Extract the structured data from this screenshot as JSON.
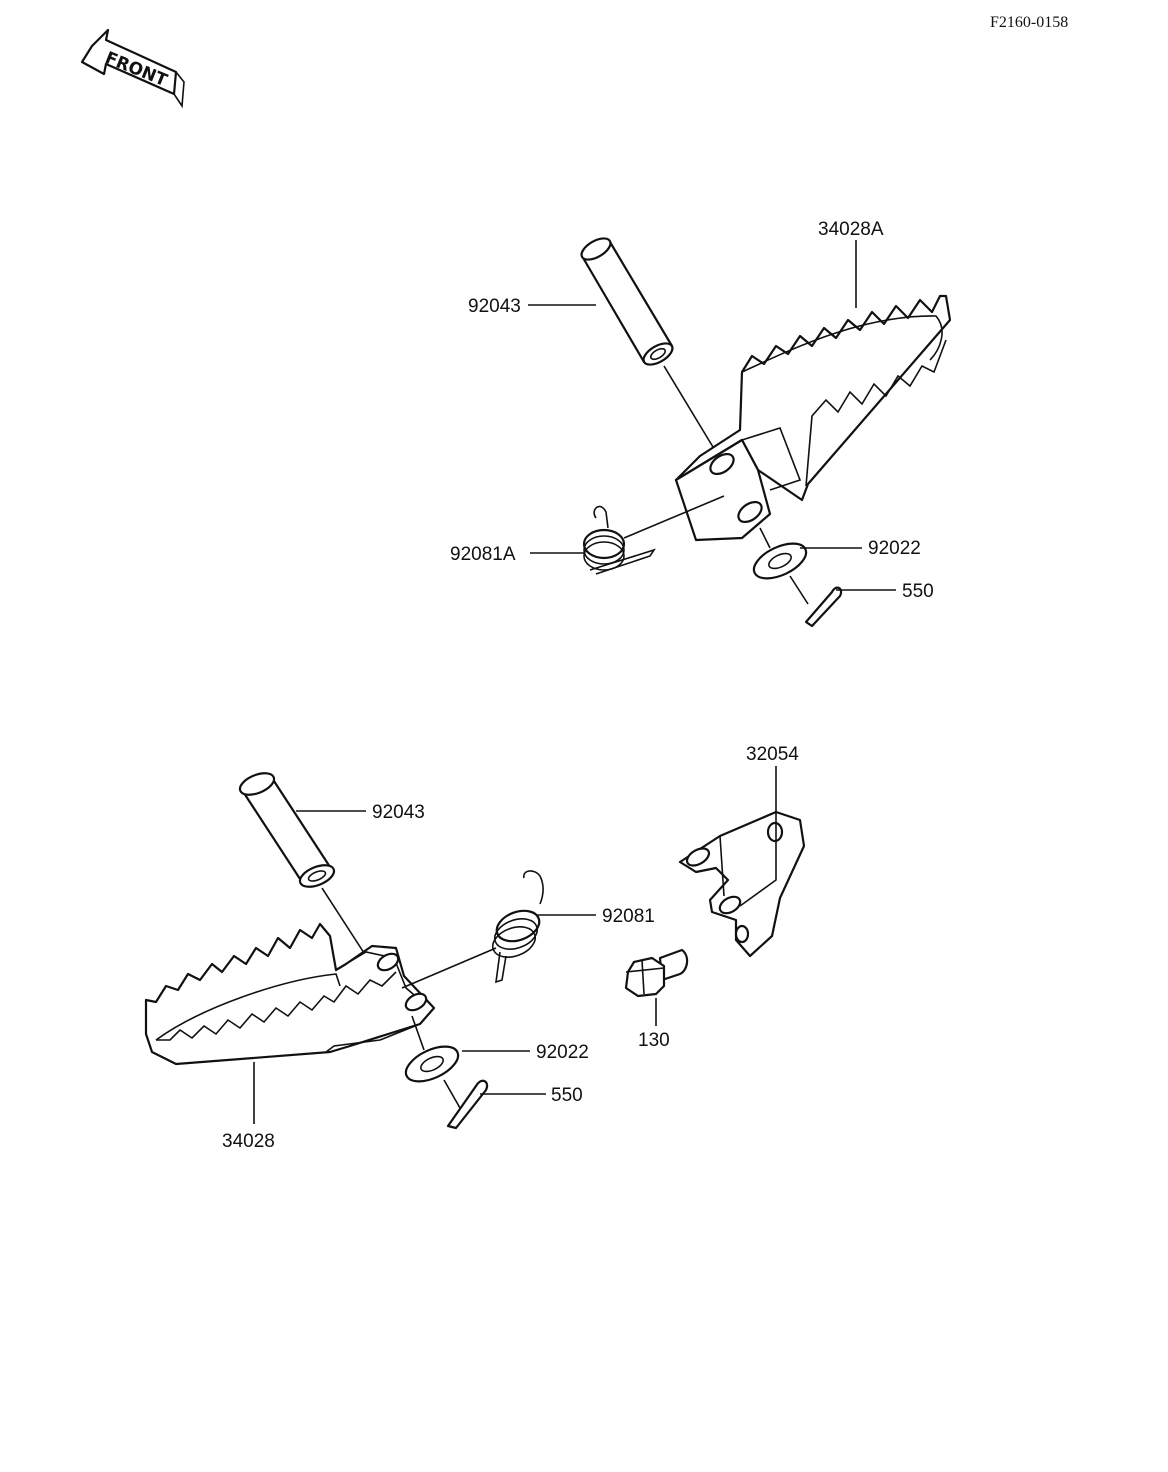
{
  "sheet_code": "F2160-0158",
  "direction_label": "FRONT",
  "callouts": {
    "upper_footpeg": "34028A",
    "upper_pin": "92043",
    "upper_spring": "92081A",
    "upper_washer": "92022",
    "upper_cotter": "550",
    "lower_footpeg": "34028",
    "lower_pin": "92043",
    "lower_spring": "92081",
    "lower_washer": "92022",
    "lower_cotter": "550",
    "bracket": "32054",
    "bolt": "130"
  }
}
